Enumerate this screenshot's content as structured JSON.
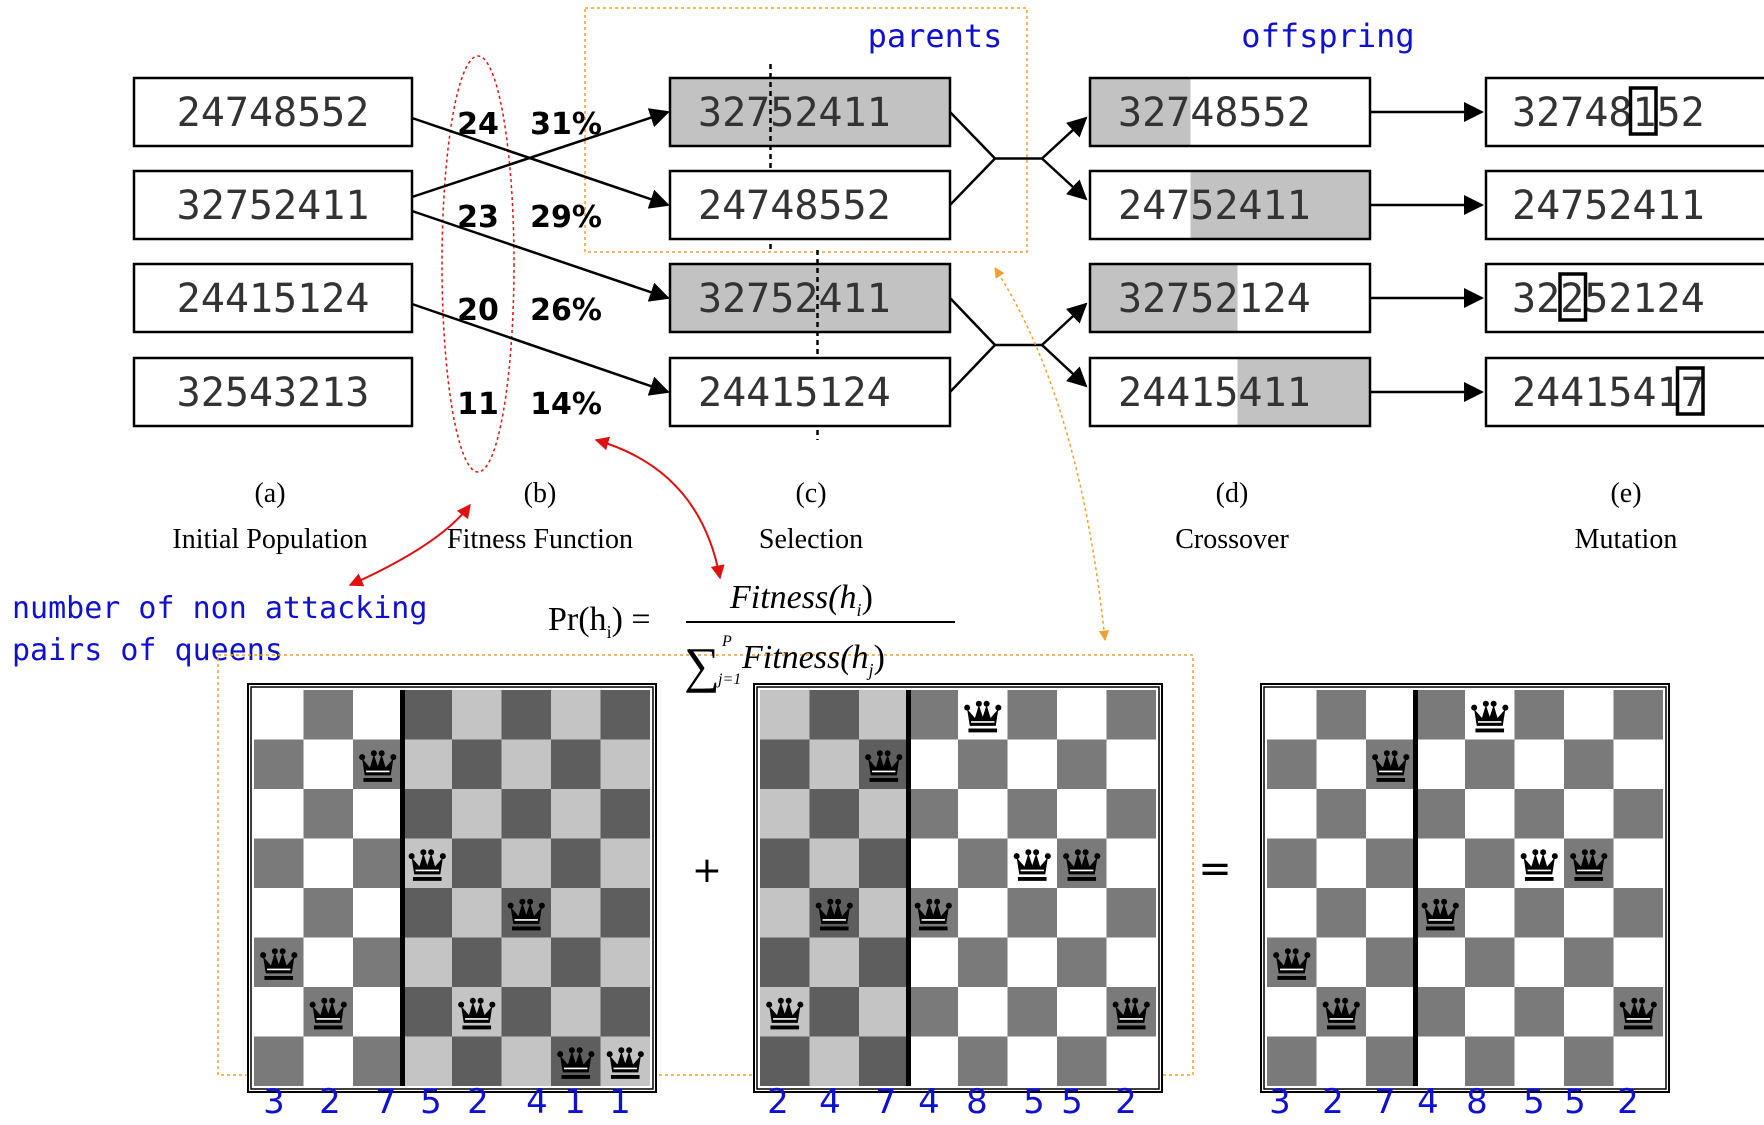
{
  "annotations": {
    "parents": "parents",
    "offspring": "offspring",
    "fitness_note_line1": "number of non attacking",
    "fitness_note_line2": "pairs of queens"
  },
  "columns": {
    "initial_population": {
      "letter": "(a)",
      "caption": "Initial Population",
      "items": [
        "24748552",
        "32752411",
        "24415124",
        "32543213"
      ]
    },
    "fitness_function": {
      "letter": "(b)",
      "caption": "Fitness Function",
      "scores": [
        "24",
        "23",
        "20",
        "11"
      ],
      "percents": [
        "31%",
        "29%",
        "26%",
        "14%"
      ]
    },
    "selection": {
      "letter": "(c)",
      "caption": "Selection",
      "items": [
        {
          "left": "327",
          "right": "52411"
        },
        {
          "left": "247",
          "right": "48552"
        },
        {
          "left": "32752",
          "right": "411"
        },
        {
          "left": "24415",
          "right": "124"
        }
      ]
    },
    "crossover": {
      "letter": "(d)",
      "caption": "Crossover",
      "items": [
        {
          "left": "327",
          "right": "48552",
          "shaded": "left"
        },
        {
          "left": "247",
          "right": "52411",
          "shaded": "right"
        },
        {
          "left": "32752",
          "right": "124",
          "shaded": "left"
        },
        {
          "left": "24415",
          "right": "411",
          "shaded": "right"
        }
      ]
    },
    "mutation": {
      "letter": "(e)",
      "caption": "Mutation",
      "items": [
        {
          "before": "32748",
          "boxed": "1",
          "after": "52"
        },
        {
          "before": "24752411",
          "boxed": "",
          "after": ""
        },
        {
          "before": "32",
          "boxed": "2",
          "after": "52124"
        },
        {
          "before": "2441541",
          "boxed": "7",
          "after": ""
        }
      ]
    }
  },
  "formula": {
    "lhs": "Pr(h",
    "lhs_sub": "i",
    "lhs_close": ") =",
    "numerator": "Fitness(h",
    "numerator_sub": "i",
    "numerator_close": ")",
    "sum_symbol": "∑",
    "sum_upper": "P",
    "sum_lower": "j=1",
    "denominator": "Fitness(h",
    "denominator_sub": "j",
    "denominator_close": ")"
  },
  "boards": [
    {
      "digits": [
        "3",
        "2",
        "7",
        "5",
        "2",
        "4",
        "1",
        "1"
      ],
      "queen_rows": [
        3,
        2,
        7,
        5,
        2,
        4,
        1,
        1
      ],
      "split_after": 3,
      "shade": "left-normal"
    },
    {
      "digits": [
        "2",
        "4",
        "7",
        "4",
        "8",
        "5",
        "5",
        "2"
      ],
      "queen_rows": [
        2,
        4,
        7,
        4,
        8,
        5,
        5,
        2
      ],
      "split_after": 3,
      "shade": "right-normal"
    },
    {
      "digits": [
        "3",
        "2",
        "7",
        "4",
        "8",
        "5",
        "5",
        "2"
      ],
      "queen_rows": [
        3,
        2,
        7,
        4,
        8,
        5,
        5,
        2
      ],
      "split_after": 3,
      "shade": "all-normal"
    }
  ],
  "operators": {
    "plus": "+",
    "equals": "="
  },
  "icons": {
    "queen": "queen-icon",
    "arrow": "arrow-icon",
    "dashed-cut": "crossover-cut-line"
  },
  "colors": {
    "annotation_blue": "#1010d0",
    "red_arrow": "#e01010",
    "orange_arrow": "#f0a030",
    "dark_cell": "#7a7a7a",
    "light_cell": "#ffffff",
    "alt_dark_cell": "#5e5e5e",
    "alt_light_cell": "#c4c4c4",
    "box_shade": "#c2c2c2"
  }
}
